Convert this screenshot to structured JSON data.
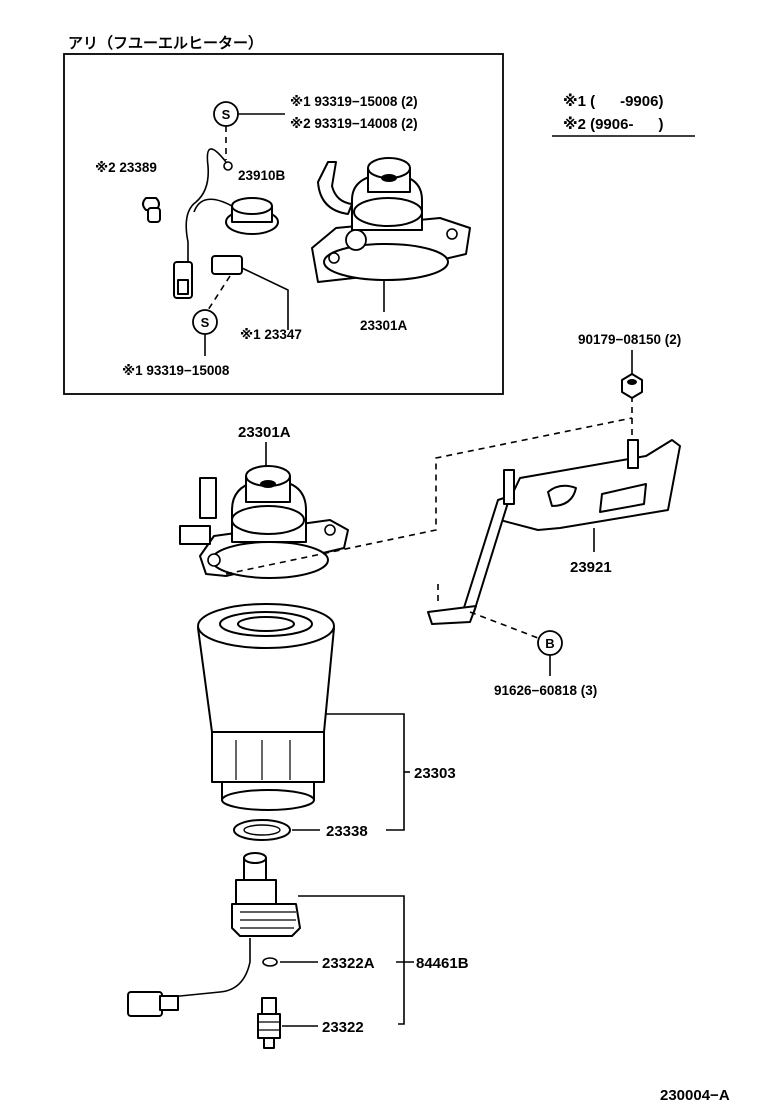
{
  "header": {
    "inset_title": "アリ（フユーエルヒーター）"
  },
  "legend": {
    "line1": "※1 (      -9906)",
    "line2": "※2 (9906-      )"
  },
  "inset": {
    "bolt_note_a": "※1 93319−15008 (2)",
    "bolt_note_b": "※2 93319−14008 (2)",
    "clamp": "※2 23389",
    "sensor": "23910B",
    "connector": "※1 23347",
    "bolt_lower": "※1 93319−15008",
    "filter_head": "23301A",
    "callout_s": "S"
  },
  "parts": {
    "nut": "90179−08150 (2)",
    "filter_head": "23301A",
    "bracket": "23921",
    "bolt_callout": "B",
    "bolt": "91626−60818 (3)",
    "filter": "23303",
    "gasket": "23338",
    "oring": "23322A",
    "sensor_assy": "84461B",
    "plug": "23322"
  },
  "footer": {
    "figure_code": "230004−A"
  }
}
